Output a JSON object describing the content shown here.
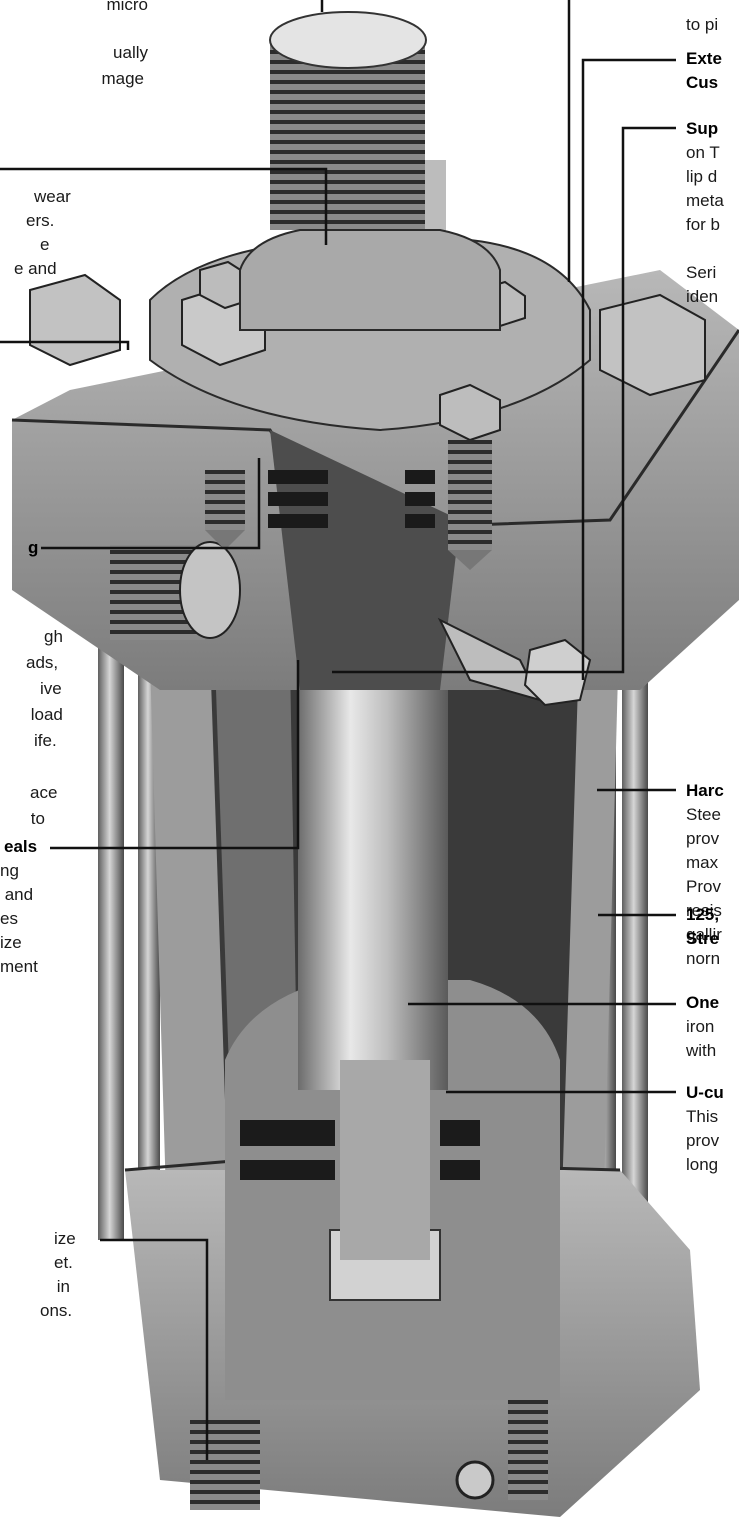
{
  "callouts": {
    "left": [
      {
        "id": "micro-fragment",
        "lines": [
          "micro",
          "",
          "ually",
          "mage"
        ]
      },
      {
        "id": "wear-fragment",
        "lines": [
          "wear",
          "ers.",
          "e",
          "e and"
        ]
      },
      {
        "id": "gland-fragment",
        "lines": [
          "g"
        ]
      },
      {
        "id": "high-loads",
        "lines": [
          "gh",
          "ads,",
          "ive",
          " load",
          "ife.",
          "",
          "ace",
          " to"
        ]
      },
      {
        "id": "seals-fragment",
        "lines": [
          "eals",
          "ng",
          " and",
          "es",
          "ize",
          "ment"
        ]
      },
      {
        "id": "port-size",
        "lines": [
          "ize",
          "et.",
          " in",
          "ons."
        ]
      }
    ],
    "right": [
      {
        "id": "top-right-fragment",
        "lines": [
          "to pi"
        ]
      },
      {
        "id": "external-cushion",
        "lines": [
          "Exte",
          "Cus"
        ]
      },
      {
        "id": "superior",
        "lines": [
          "Sup",
          "on T",
          "lip d",
          "meta",
          "for b",
          "",
          "Seri",
          "iden"
        ]
      },
      {
        "id": "hard-rod",
        "lines": [
          "Harc",
          "Stee",
          "prov",
          "max",
          "Prov",
          "resis",
          "gallir",
          "norn"
        ]
      },
      {
        "id": "strength",
        "lines": [
          "125,",
          "Stre"
        ]
      },
      {
        "id": "one-piece",
        "lines": [
          "One",
          "iron",
          "with"
        ]
      },
      {
        "id": "u-cup",
        "lines": [
          "U-cu",
          "This",
          "prov",
          "long"
        ]
      }
    ]
  },
  "colors": {
    "ink": "#111111",
    "metal_light": "#d9d9d9",
    "metal_mid": "#9a9a9a",
    "metal_dark": "#4a4a4a",
    "shadow": "#1e1e1e"
  },
  "icons": [
    "hydraulic-cylinder-cutaway"
  ]
}
